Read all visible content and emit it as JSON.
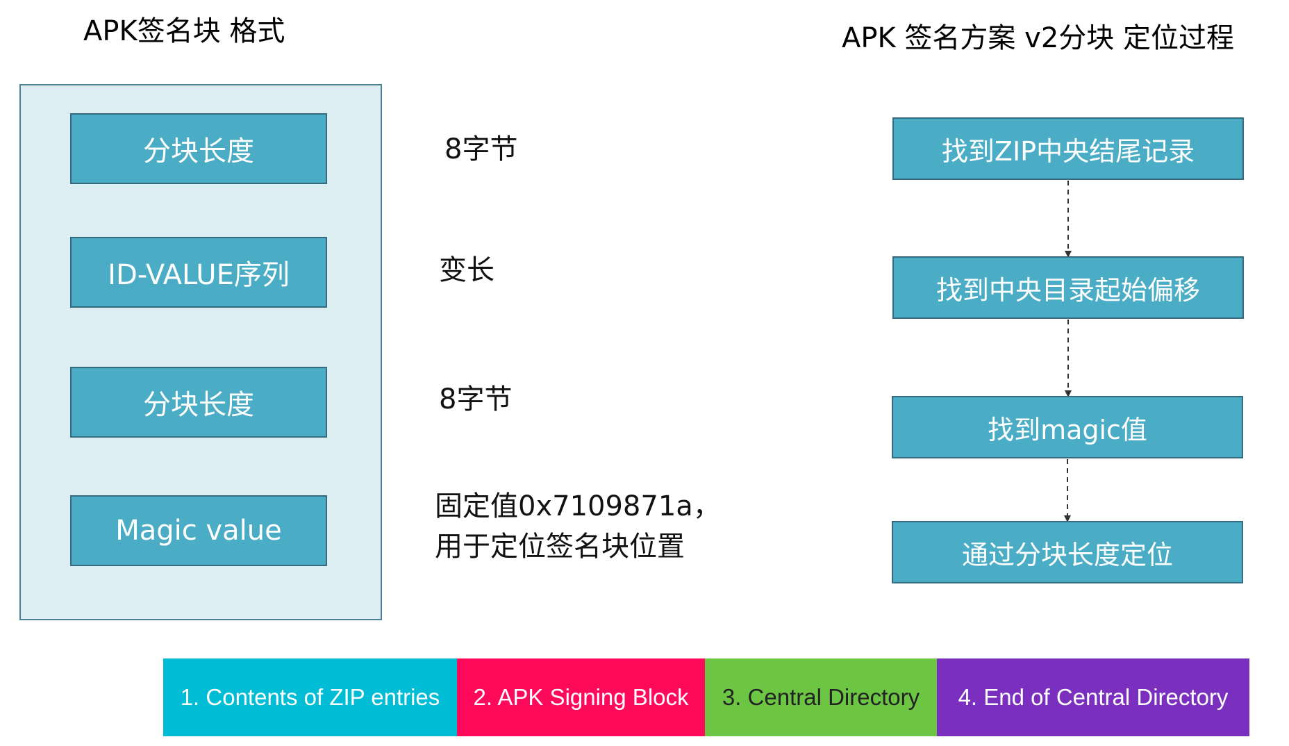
{
  "left_title": "APK签名块 格式",
  "right_title": "APK 签名方案 v2分块 定位过程",
  "format_blocks": [
    {
      "label": "分块长度",
      "note": "8字节"
    },
    {
      "label": "ID-VALUE序列",
      "note": "变长"
    },
    {
      "label": "分块长度",
      "note": "8字节"
    },
    {
      "label": "Magic value",
      "note_lines": [
        "固定值0x7109871a，",
        "用于定位签名块位置"
      ]
    }
  ],
  "locate_steps": [
    "找到ZIP中央结尾记录",
    "找到中央目录起始偏移",
    "找到magic值",
    "通过分块长度定位"
  ],
  "apk_layout": [
    {
      "label": "1. Contents of ZIP entries",
      "color": "#00bcd4",
      "text_color": "#ffffff"
    },
    {
      "label": "2. APK Signing Block",
      "color": "#ff0a5a",
      "text_color": "#ffffff"
    },
    {
      "label": "3. Central Directory",
      "color": "#6cc644",
      "text_color": "#222222"
    },
    {
      "label": "4. End of Central Directory",
      "color": "#7b2fbf",
      "text_color": "#ffffff"
    }
  ],
  "colors": {
    "panel_bg": "#ddeef3",
    "panel_border": "#4a8193",
    "block_fill": "#4aacc5",
    "block_border": "#356b80",
    "arrow": "#333333"
  }
}
